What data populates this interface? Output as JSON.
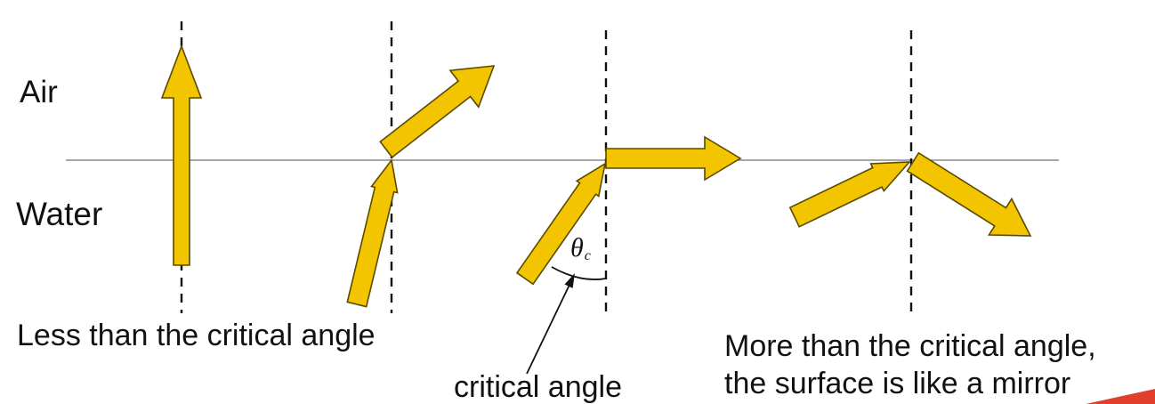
{
  "labels": {
    "air": "Air",
    "water": "Water",
    "less_than": "Less than the critical angle",
    "critical_angle": "critical angle",
    "more_than_line1": "More than the critical angle,",
    "more_than_line2": "the surface is like a mirror",
    "theta_symbol": "θ",
    "theta_subscript": "c"
  },
  "colors": {
    "arrow_fill": "#f2c500",
    "arrow_stroke": "#5a4a00",
    "surface_line": "#8a8a8a",
    "normal_line": "#111111",
    "accent_corner": "#e0402a"
  }
}
